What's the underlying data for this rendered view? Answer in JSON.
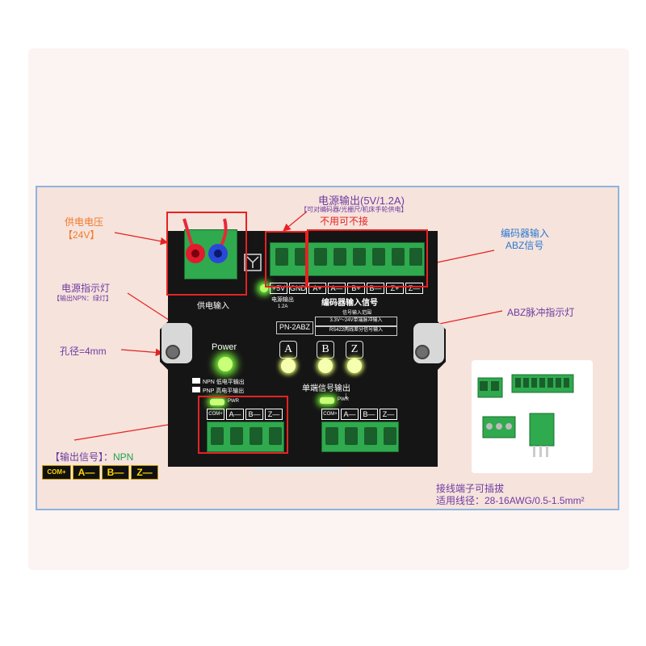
{
  "annotations": {
    "supply_voltage": "供电电压",
    "supply_voltage_value": "【24V】",
    "power_output_title": "电源输出(5V/1.2A)",
    "power_output_note": "【可对编码器/光栅尺/机床手轮供电】",
    "unused_note": "不用可不接",
    "encoder_input": "编码器输入",
    "encoder_input_sub": "ABZ信号",
    "power_indicator": "电源指示灯",
    "power_indicator_note": "【输出NPN：绿灯】",
    "abz_pulse_light": "ABZ脉冲指示灯",
    "hole_diameter": "孔径=4mm",
    "output_signal": "【输出信号】：",
    "output_signal_value": "NPN",
    "terminal_pluggable": "接线端子可插拔",
    "wire_gauge": "适用线径：28-16AWG/0.5-1.5mm²"
  },
  "output_pins": [
    "COM+",
    "A—",
    "B—",
    "Z—"
  ],
  "device": {
    "supply_input_label": "供电输入",
    "power_label": "Power",
    "npn_note": "NPN 低电平输出",
    "pnp_note": "PNP 高电平输出",
    "model": "PN-2ABZ",
    "encoder_signal_label": "编码器输入信号",
    "power_out_label": "电源输出",
    "power_out_sub": "1.2A",
    "signal_input_range_title": "信号输入范围",
    "signal_input_range_1": "3.3V～24V单端脉冲输入",
    "signal_input_range_2": "RS422两线差分信号输入",
    "single_output_label": "单端信号输出",
    "input_pins": [
      "+5V",
      "GND",
      "A+",
      "A—",
      "B+",
      "B—",
      "Z+",
      "Z—"
    ],
    "abz_leds": [
      "A",
      "B",
      "Z"
    ],
    "right_block_pins": [
      "COM+",
      "A—",
      "B—",
      "Z—"
    ],
    "pwr_tag": "PWR",
    "colors": {
      "body": "#111111",
      "terminal": "#2faa4e",
      "led_green": "#b6ff6a"
    }
  }
}
